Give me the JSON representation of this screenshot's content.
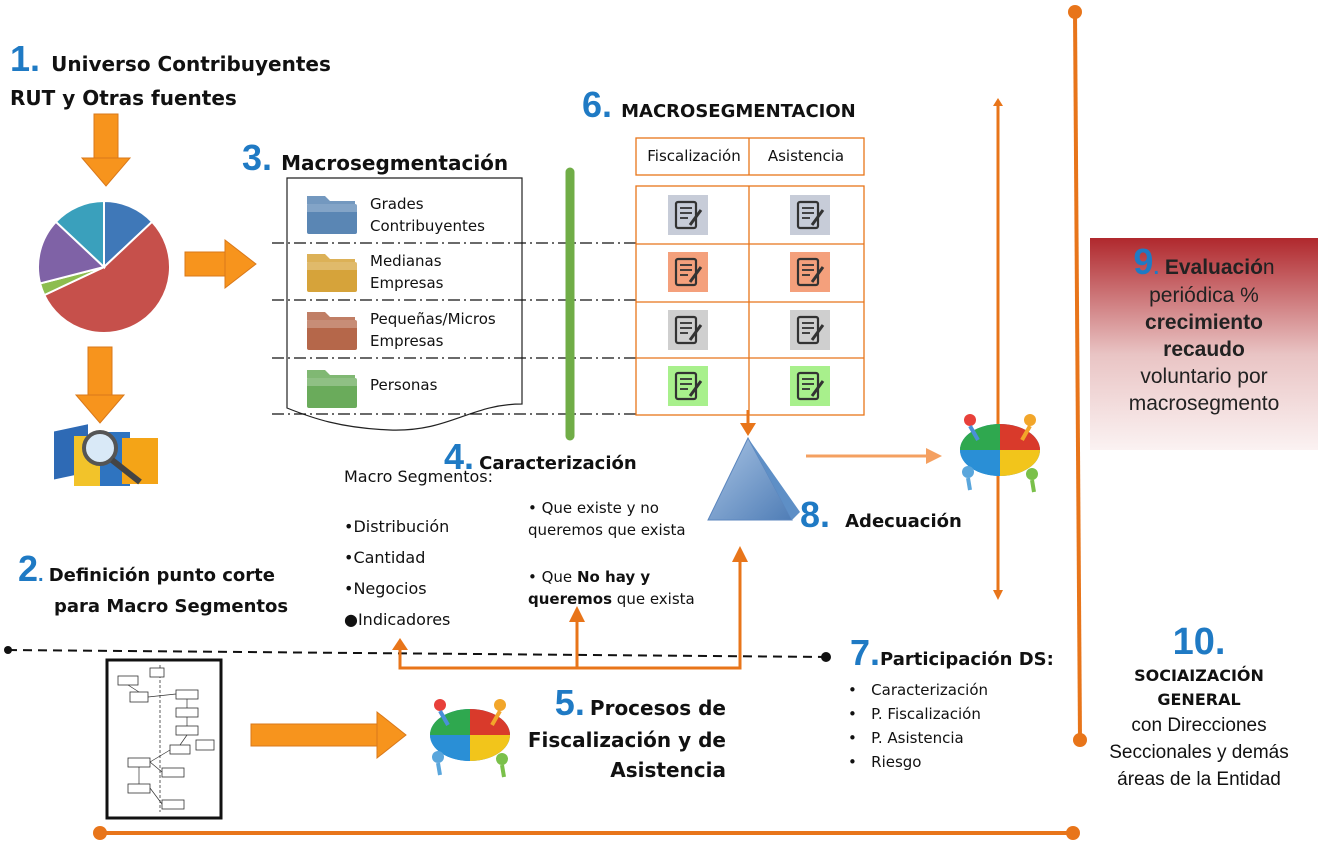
{
  "steps": {
    "s1": {
      "num": "1.",
      "line1": "Universo Contribuyentes",
      "line2": "RUT y Otras fuentes"
    },
    "s2": {
      "num": "2",
      "dot": ".",
      "line1": "Definición punto corte",
      "line2": "para Macro Segmentos"
    },
    "s3": {
      "num": "3.",
      "title": "Macrosegmentación"
    },
    "s4": {
      "num": "4.",
      "title": "Caracterización"
    },
    "s5": {
      "num": "5.",
      "line1": "Procesos de",
      "line2": "Fiscalización y de",
      "line3": "Asistencia"
    },
    "s6": {
      "num": "6.",
      "title": "MACROSEGMENTACION"
    },
    "s7": {
      "num": "7.",
      "title": "Participación DS:"
    },
    "s8": {
      "num": "8.",
      "title": "Adecuación"
    },
    "s9": {
      "num": "9",
      "dot": ".",
      "bold1": "Evaluació",
      "rest1": "n",
      "line2": "periódica  %",
      "line3": "crecimiento",
      "line4": "recaudo",
      "line5": "voluntario por",
      "line6": "macrosegmento"
    },
    "s10": {
      "num": "10.",
      "line1": "SOCIAIZACIÓN",
      "line2": "GENERAL",
      "line3": "con Direcciones",
      "line4": "Seccionales y demás",
      "line5": "áreas de la Entidad"
    }
  },
  "segments": [
    {
      "line1": "Grades",
      "line2": "Contribuyentes",
      "color": "#5a86b4"
    },
    {
      "line1": "Medianas",
      "line2": "Empresas",
      "color": "#d6a33a"
    },
    {
      "line1": "Pequeñas/Micros",
      "line2": "Empresas",
      "color": "#b5674a"
    },
    {
      "line1": "Personas",
      "line2": "",
      "color": "#6aab5b"
    }
  ],
  "table": {
    "headers": [
      "Fiscalización",
      "Asistencia"
    ],
    "row_colors": [
      "#c7ccd8",
      "#f4a07c",
      "#cfcfcf",
      "#a8f08c"
    ]
  },
  "macro_list": {
    "label": "Macro Segmentos:",
    "items": [
      "•Distribución",
      "•Cantidad",
      "•Negocios",
      "●Indicadores"
    ]
  },
  "caracterizacion": {
    "b1_l1": "• Que existe y no",
    "b1_l2": "queremos que exista",
    "b2_pre": "• Que ",
    "b2_bold": "No hay y",
    "b2_l2_bold": "queremos",
    "b2_l2_rest": " que exista"
  },
  "participacion": [
    "Caracterización",
    "P. Fiscalización",
    "P. Asistencia",
    "Riesgo"
  ],
  "pie": [
    {
      "value": 13,
      "color": "#3f78b8"
    },
    {
      "value": 55,
      "color": "#c6504b"
    },
    {
      "value": 3,
      "color": "#8dbd4f"
    },
    {
      "value": 16,
      "color": "#7f62a6"
    },
    {
      "value": 13,
      "color": "#3aa0bc"
    }
  ],
  "colors": {
    "orange": "#e8751a",
    "arrow_orange": "#f7941d",
    "blue_num": "#1f7ac4",
    "green_bar": "#70ad47",
    "red_box": "#c0393b"
  }
}
